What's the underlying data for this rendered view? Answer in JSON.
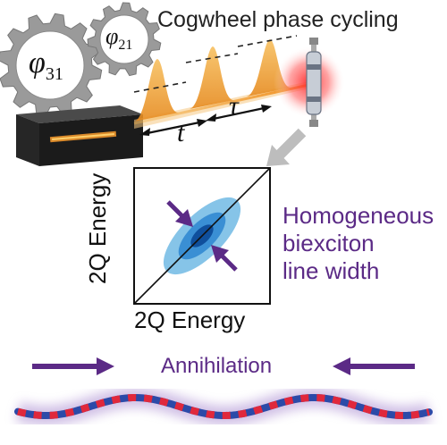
{
  "figure": {
    "title": "Cogwheel phase cycling",
    "cog_large": {
      "symbol": "φ",
      "subscript": "31"
    },
    "cog_small": {
      "symbol": "φ",
      "subscript": "21"
    },
    "delay_t": "t",
    "delay_tau": "τ",
    "spectrum": {
      "x_axis": "2Q Energy",
      "y_axis": "2Q Energy"
    },
    "annotation_lines": [
      "Homogeneous",
      "biexciton",
      "line width"
    ],
    "annihilation": "Annihilation",
    "colors": {
      "purple": "#5b2a86",
      "pulse": "#f3a23a",
      "gear": "#9a9a9a",
      "blue_light": "#86c4e8",
      "blue_mid": "#3a8fd4",
      "blue_dark": "#0f4f9c",
      "chain_red": "#e0283c",
      "chain_blue": "#2c4aa8"
    }
  }
}
